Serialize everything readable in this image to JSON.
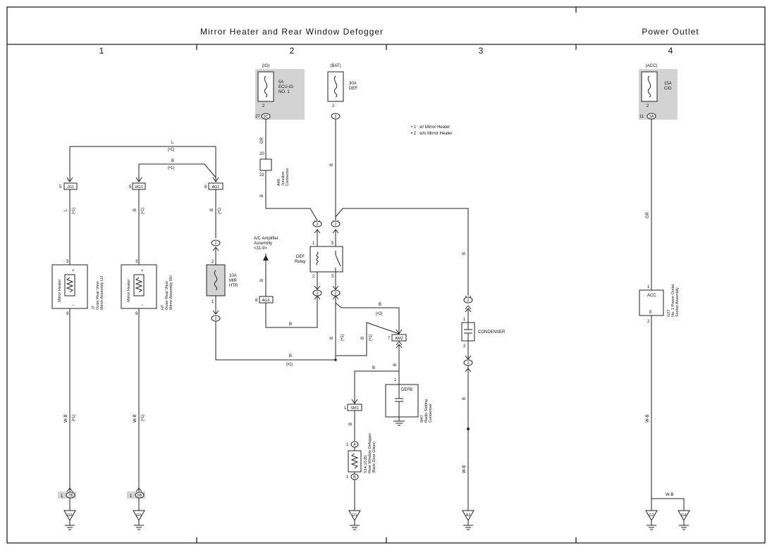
{
  "header": {
    "title_left": "Mirror Heater and Rear Window Defogger",
    "title_right": "Power Outlet",
    "columns": [
      "1",
      "2",
      "3",
      "4"
    ]
  },
  "notes": [
    "• 1 : w/ Mirror Heater",
    "• 2 : w/o Mirror Heater"
  ],
  "fuses": [
    {
      "supply": "(IG)",
      "label1": "5A",
      "label2": "ECU-IG",
      "label3": "NO. 1",
      "pin": "2",
      "pin_left": "27",
      "conn": "3C"
    },
    {
      "supply": "(BAT)",
      "label1": "30A",
      "label2": "DEF",
      "label3": "",
      "pin": "2",
      "pin_left": "",
      "conn": "2"
    },
    {
      "supply": "(ACC)",
      "label1": "15A",
      "label2": "CIG",
      "label3": "",
      "pin": "2",
      "pin_left": "11",
      "conn": "3A"
    }
  ],
  "junction": {
    "name": "A48",
    "desc1": "Junction",
    "desc2": "Connector",
    "pin_top": "20",
    "pin_bottom": "22"
  },
  "connectors": {
    "jg1": {
      "pin": "5",
      "name": "JG1"
    },
    "hg1": {
      "pin": "5",
      "name": "HG1"
    },
    "ag1": {
      "pin": "8",
      "name": "AG1"
    },
    "ag3": {
      "pin": "8",
      "name": "AG3"
    },
    "am2": {
      "pin": "7",
      "name": "AM2"
    },
    "sm1": {
      "pin": "1",
      "name": "SM1"
    },
    "c7b": {
      "pin": "1",
      "name": "7B"
    },
    "c6b": {
      "pin": "1",
      "name": "6B"
    },
    "c2": "2"
  },
  "wires": {
    "L": "L",
    "B": "B",
    "GR": "GR",
    "WB": "W-B",
    "n1": "(•1)",
    "n2": "(•2)"
  },
  "mirror_lh": {
    "code": "J7",
    "desc1": "Outer Rear View",
    "desc2": "Mirror Assembly LH",
    "inner": "Mirror Heater",
    "pin_top": "3",
    "pin_bottom": "9",
    "plus": "+",
    "minus": "−"
  },
  "mirror_rh": {
    "code": "H7",
    "desc1": "Outer Rear View",
    "desc2": "Mirror Assembly RH",
    "inner": "Mirror Heater",
    "pin_top": "3",
    "pin_bottom": "9",
    "plus": "+",
    "minus": "−"
  },
  "mir_fuse": {
    "label1": "10A",
    "label2": "MIR",
    "label3": "HTR",
    "pin_top": "2",
    "pin_bottom": "1"
  },
  "ac_amp": {
    "line1": "A/C Amplifier",
    "line2": "Assembly",
    "line3": "<31-9>"
  },
  "def_relay": {
    "label1": "DEF",
    "label2": "Relay",
    "p1": "1",
    "p2": "2",
    "p3": "3",
    "p5": "5"
  },
  "condenser": {
    "label": "CONDENSER",
    "pin_top": "1",
    "pin_bottom": "2"
  },
  "radio_cond": {
    "code": "M47",
    "desc1": "Radio Setting",
    "desc2": "Condenser",
    "inner": "DEFB",
    "pin": "1"
  },
  "defogger": {
    "code": "S14,U1(B)",
    "desc1": "Rear Window Defogger",
    "desc2": "(Back Door Glass)",
    "pinA": "A",
    "pinB": "B",
    "n1": "1",
    "n2": "1"
  },
  "power_outlet": {
    "code": "G27",
    "desc1": "No. 1 Power Outlet",
    "desc2": "Socket Assembly",
    "acc": "ACC",
    "e": "E",
    "pin_top": "1",
    "pin_bottom": "2"
  },
  "grounds": [
    "G6",
    "G5",
    "U1",
    "A3",
    "G2",
    "G4"
  ]
}
